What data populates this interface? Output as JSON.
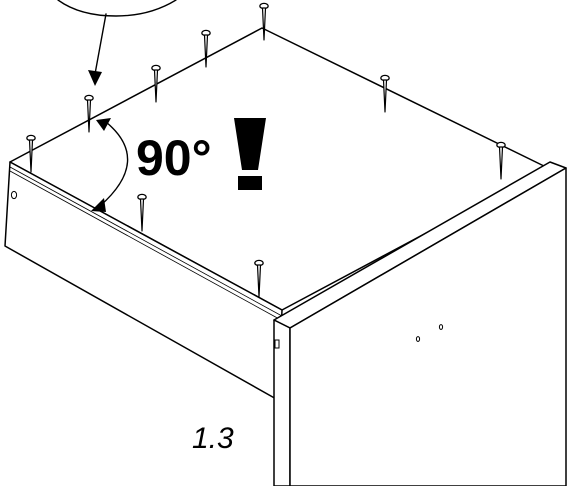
{
  "angle_label": "90°",
  "step_label": "1.3",
  "warning_symbol": "exclamation-mark",
  "nail_icon": "nail-icon",
  "colors": {
    "line": "#000000",
    "background": "#ffffff"
  }
}
